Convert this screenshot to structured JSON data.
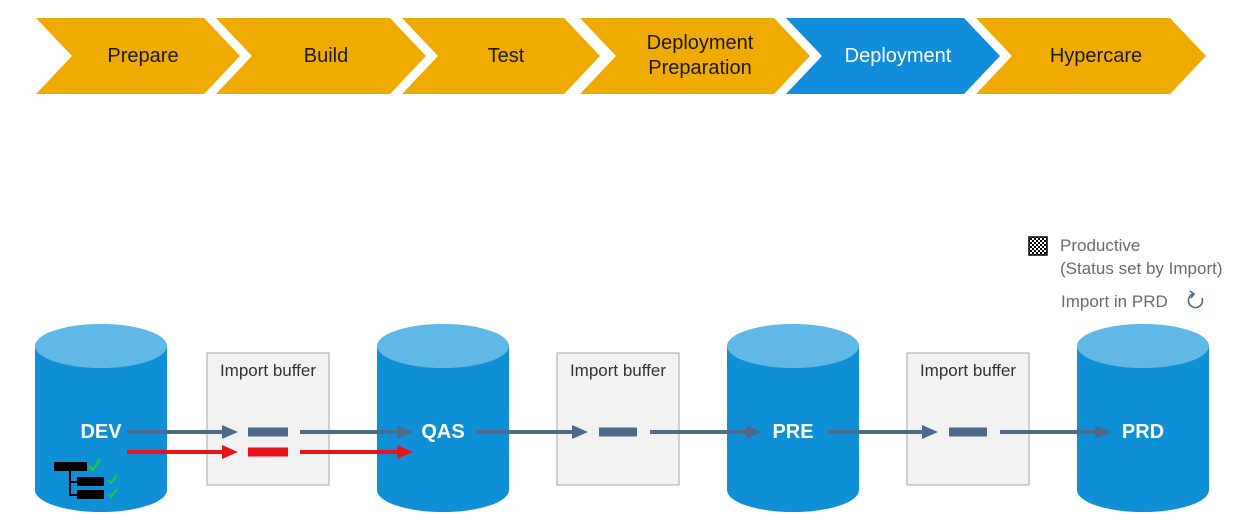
{
  "phases": [
    {
      "label": "Prepare",
      "active": false
    },
    {
      "label": "Build",
      "active": false
    },
    {
      "label": "Test",
      "active": false
    },
    {
      "label": "Deployment\nPreparation",
      "active": false
    },
    {
      "label": "Deployment",
      "active": true
    },
    {
      "label": "Hypercare",
      "active": false
    }
  ],
  "colors": {
    "phase_default": "#F0AB00",
    "phase_active": "#118DDB",
    "phase_text_default": "#1a1a1a",
    "phase_text_active": "#ffffff",
    "database_body": "#0F8FD6",
    "database_top": "#5FB8E6",
    "buffer_fill": "#F2F2F2",
    "buffer_border": "#A6A6A6",
    "flow_arrow": "#4D6A8A",
    "rejected_arrow": "#E8141C",
    "check": "#22CC22"
  },
  "systems": [
    {
      "label": "DEV"
    },
    {
      "label": "QAS"
    },
    {
      "label": "PRE"
    },
    {
      "label": "PRD"
    }
  ],
  "buffers": [
    {
      "label": "Import buffer"
    },
    {
      "label": "Import buffer"
    },
    {
      "label": "Import buffer"
    }
  ],
  "legend": {
    "status_icon": "checkered-flag-icon",
    "status_line1": "Productive",
    "status_line2": "(Status set by Import)",
    "action_label": "Import in PRD",
    "action_icon": "refresh-icon"
  }
}
